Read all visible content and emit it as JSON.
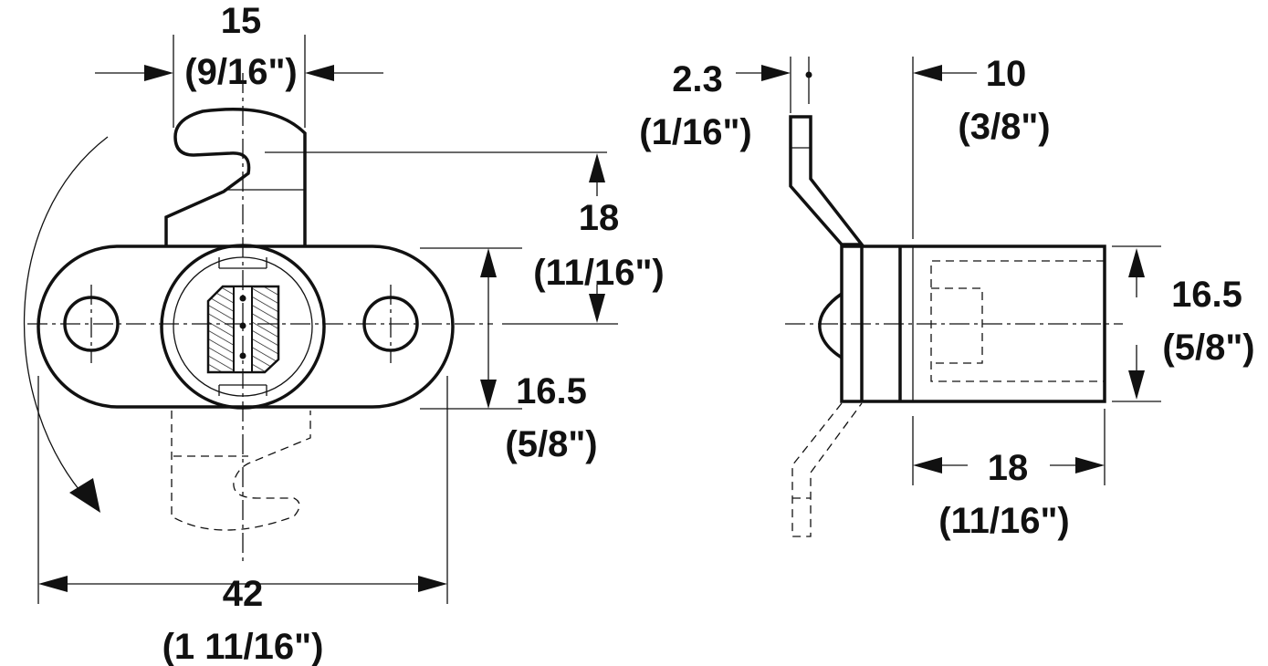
{
  "dimensions": {
    "top_width": {
      "mm": "15",
      "inch": "(9/16\")"
    },
    "hook_height": {
      "mm": "18",
      "inch": "(11/16\")"
    },
    "body_height": {
      "mm": "16.5",
      "inch": "(5/8\")"
    },
    "overall_width": {
      "mm": "42",
      "inch": "(1 11/16\")"
    },
    "cam_thickness": {
      "mm": "2.3",
      "inch": "(1/16\")"
    },
    "cam_offset": {
      "mm": "10",
      "inch": "(3/8\")"
    },
    "side_height": {
      "mm": "16.5",
      "inch": "(5/8\")"
    },
    "side_length": {
      "mm": "18",
      "inch": "(11/16\")"
    }
  },
  "colors": {
    "line": "#111111",
    "background": "#ffffff"
  }
}
